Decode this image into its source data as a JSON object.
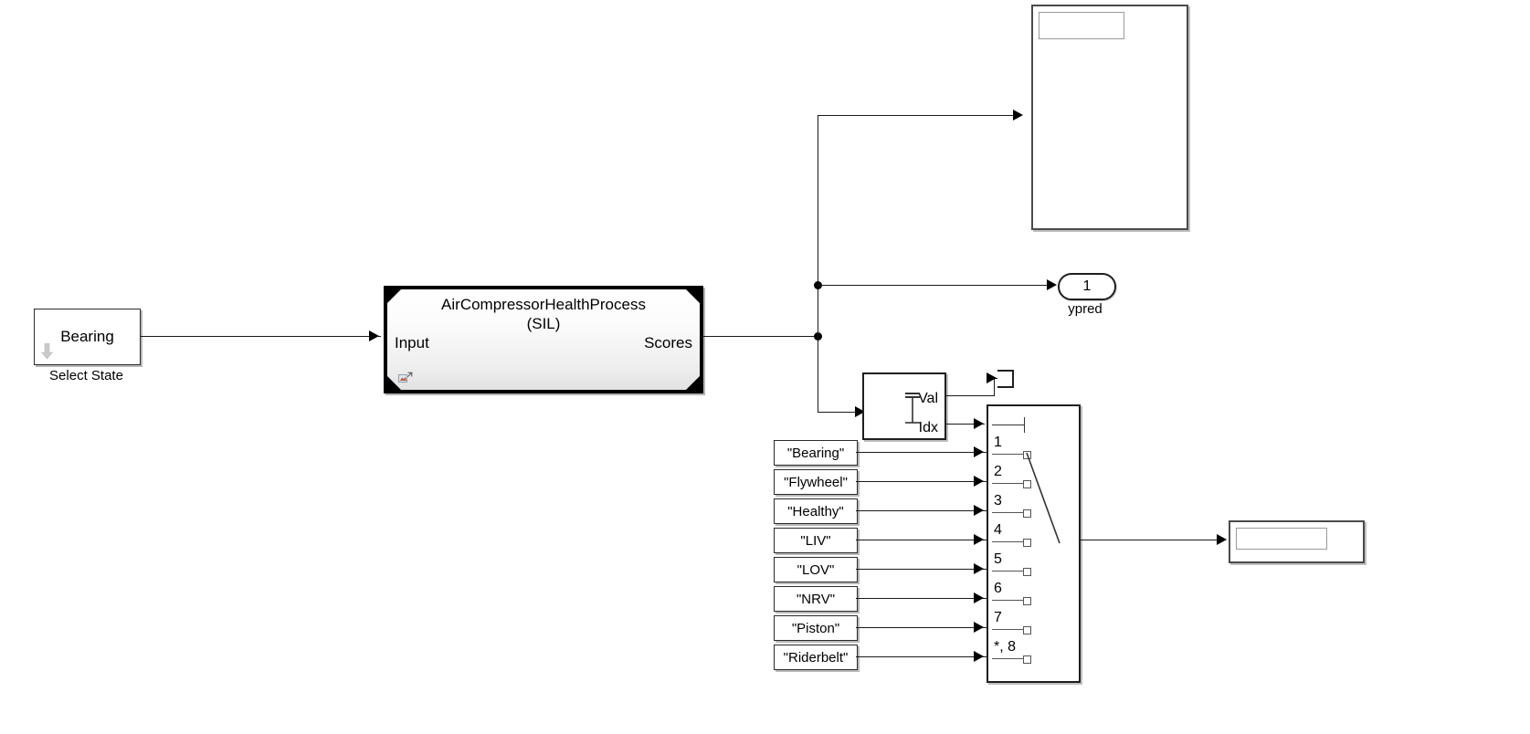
{
  "diagram": {
    "kind": "simulink-block-diagram",
    "background": "#ffffff",
    "line_color": "#1a1a1a"
  },
  "select_state": {
    "value": "Bearing",
    "caption": "Select State",
    "icon": "down-arrow-icon"
  },
  "model_block": {
    "title_line1": "AirCompressorHealthProcess",
    "title_line2": "(SIL)",
    "input_port": "Input",
    "output_port": "Scores",
    "badge_icon": "sil-verification-icon"
  },
  "scope_display": {
    "name": "display-top",
    "value": ""
  },
  "bottom_display": {
    "name": "display-bottom",
    "value": ""
  },
  "outport": {
    "number": "1",
    "label": "ypred"
  },
  "minmax": {
    "out_val": "Val",
    "out_idx": "Idx",
    "icon": "max-icon"
  },
  "terminator": {
    "name": "terminator-block"
  },
  "string_constants": [
    {
      "value": "\"Bearing\""
    },
    {
      "value": "\"Flywheel\""
    },
    {
      "value": "\"Healthy\""
    },
    {
      "value": "\"LIV\""
    },
    {
      "value": "\"LOV\""
    },
    {
      "value": "\"NRV\""
    },
    {
      "value": "\"Piston\""
    },
    {
      "value": "\"Riderbelt\""
    }
  ],
  "multiport_switch": {
    "port_labels": [
      "1",
      "2",
      "3",
      "4",
      "5",
      "6",
      "7",
      "*, 8"
    ],
    "control_port": "control"
  }
}
